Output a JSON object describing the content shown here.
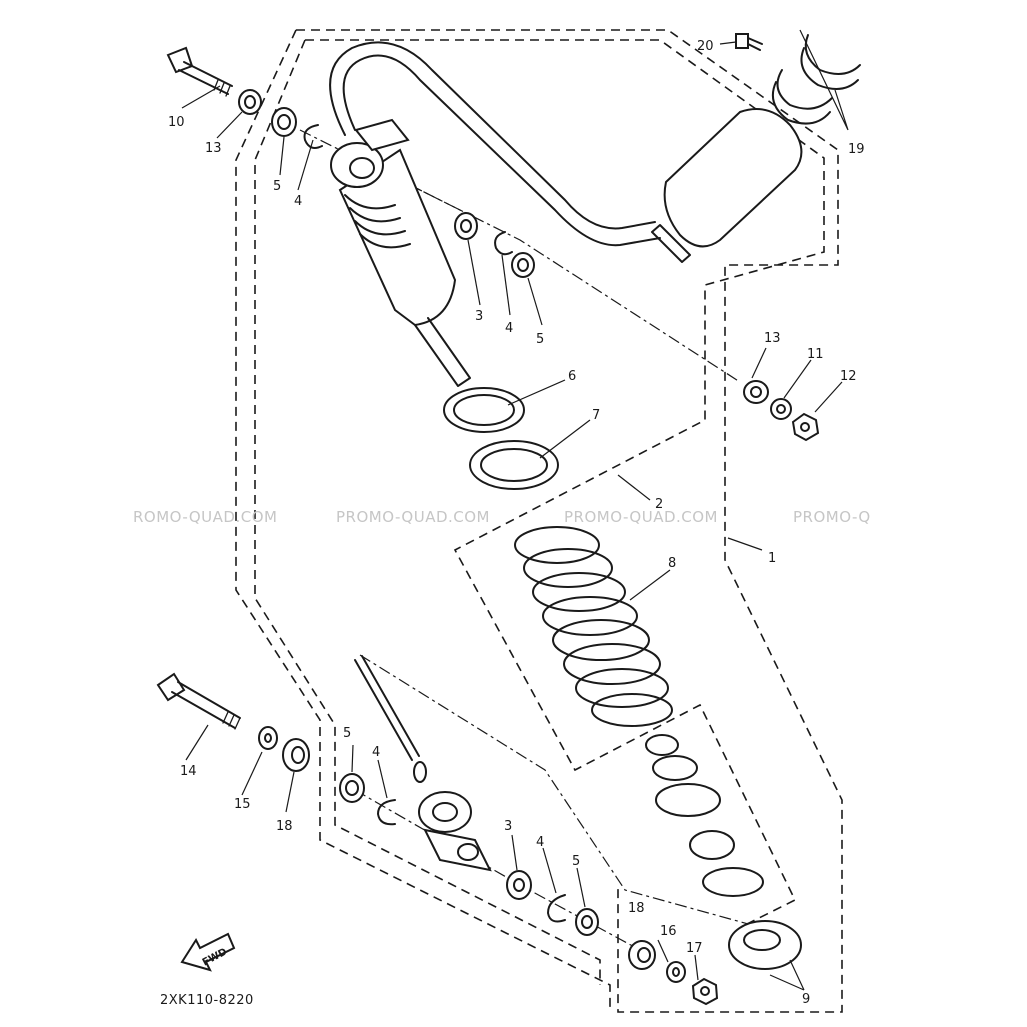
{
  "diagram_code": "2XK110-8220",
  "fwd_label": "FWD",
  "watermark": [
    "ROMO-QUAD.COM",
    "PROMO-QUAD.COM",
    "PROMO-QUAD.COM",
    "PROMO-Q"
  ],
  "parts": [
    {
      "id": "p1",
      "label": "1"
    },
    {
      "id": "p2",
      "label": "2"
    },
    {
      "id": "p3a",
      "label": "3"
    },
    {
      "id": "p3b",
      "label": "3"
    },
    {
      "id": "p4a",
      "label": "4"
    },
    {
      "id": "p4b",
      "label": "4"
    },
    {
      "id": "p4c",
      "label": "4"
    },
    {
      "id": "p4d",
      "label": "4"
    },
    {
      "id": "p5a",
      "label": "5"
    },
    {
      "id": "p5b",
      "label": "5"
    },
    {
      "id": "p5c",
      "label": "5"
    },
    {
      "id": "p5d",
      "label": "5"
    },
    {
      "id": "p6",
      "label": "6"
    },
    {
      "id": "p7",
      "label": "7"
    },
    {
      "id": "p8",
      "label": "8"
    },
    {
      "id": "p9",
      "label": "9"
    },
    {
      "id": "p10",
      "label": "10"
    },
    {
      "id": "p11",
      "label": "11"
    },
    {
      "id": "p12",
      "label": "12"
    },
    {
      "id": "p13a",
      "label": "13"
    },
    {
      "id": "p13b",
      "label": "13"
    },
    {
      "id": "p14",
      "label": "14"
    },
    {
      "id": "p15",
      "label": "15"
    },
    {
      "id": "p16",
      "label": "16"
    },
    {
      "id": "p17",
      "label": "17"
    },
    {
      "id": "p18a",
      "label": "18"
    },
    {
      "id": "p18b",
      "label": "18"
    },
    {
      "id": "p19",
      "label": "19"
    },
    {
      "id": "p20",
      "label": "20"
    }
  ]
}
